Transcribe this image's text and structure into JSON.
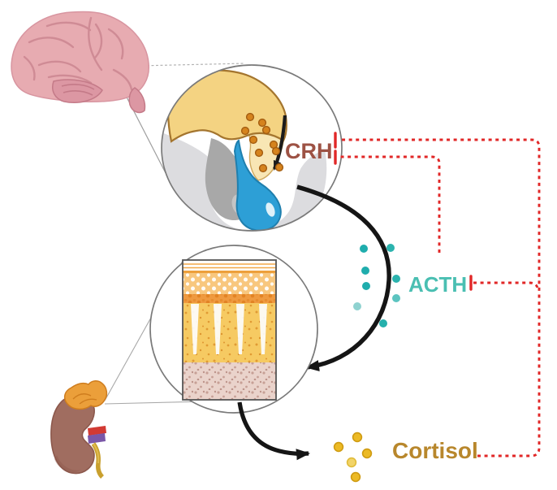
{
  "diagram": {
    "type": "hpa-axis-negative-feedback",
    "labels": {
      "crh": "CRH",
      "acth": "ACTH",
      "cortisol": "Cortisol"
    },
    "label_colors": {
      "crh": "#9d5244",
      "acth": "#4abfb2",
      "cortisol": "#b8872c"
    },
    "feedback": {
      "line_color": "#e12727",
      "style": "dashed-inhibition",
      "connections": [
        {
          "from": "cortisol",
          "to": "crh"
        },
        {
          "from": "cortisol",
          "to": "acth"
        },
        {
          "from": "acth",
          "to": "crh"
        }
      ]
    },
    "hormone_dots": {
      "crh": {
        "color": "#d5831d",
        "count": 10
      },
      "acth": {
        "color": "#1fadad",
        "count": 8
      },
      "cortisol": {
        "color": "#ecba25",
        "count": 5
      }
    },
    "icons": [
      {
        "name": "brain-icon",
        "description": "human brain, lateral view"
      },
      {
        "name": "pituitary-inset-icon",
        "description": "hypothalamus and pituitary gland magnified in circle"
      },
      {
        "name": "adrenal-histology-icon",
        "description": "adrenal cortex tissue layers magnified in circle"
      },
      {
        "name": "kidney-adrenal-icon",
        "description": "kidney with adrenal gland on top"
      }
    ]
  }
}
